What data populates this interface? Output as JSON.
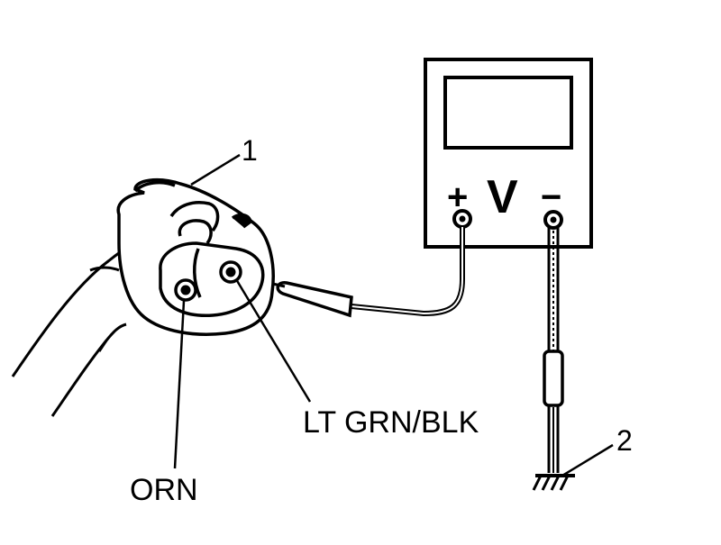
{
  "callouts": {
    "connector": "1",
    "ground": "2"
  },
  "wires": {
    "left_terminal": "ORN",
    "right_terminal": "LT GRN/BLK"
  },
  "meter": {
    "symbol": "V",
    "positive": "+",
    "negative": "−"
  }
}
